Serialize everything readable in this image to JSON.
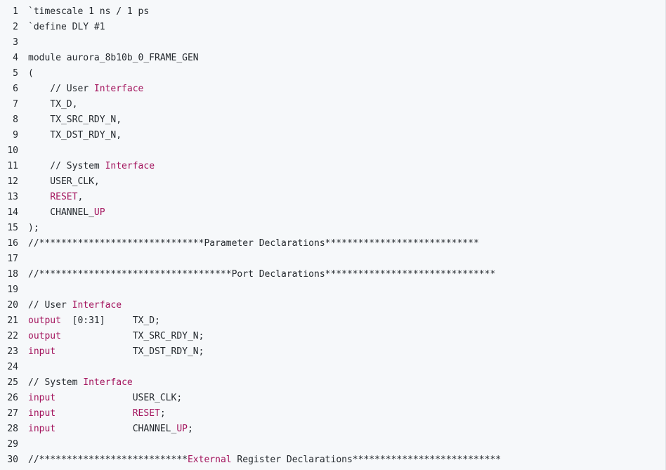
{
  "colors": {
    "background": "#f6f8fa",
    "text": "#24292e",
    "keyword": "#a3145d"
  },
  "lines": [
    {
      "n": "1",
      "parts": [
        {
          "t": "`timescale 1 ns / 1 ps"
        }
      ]
    },
    {
      "n": "2",
      "parts": [
        {
          "t": "`define DLY #1"
        }
      ]
    },
    {
      "n": "3",
      "parts": [
        {
          "t": ""
        }
      ]
    },
    {
      "n": "4",
      "parts": [
        {
          "t": "module aurora_8b10b_0_FRAME_GEN"
        }
      ]
    },
    {
      "n": "5",
      "parts": [
        {
          "t": "("
        }
      ]
    },
    {
      "n": "6",
      "parts": [
        {
          "t": "    // User "
        },
        {
          "t": "Interface",
          "k": 1
        }
      ]
    },
    {
      "n": "7",
      "parts": [
        {
          "t": "    TX_D,"
        }
      ]
    },
    {
      "n": "8",
      "parts": [
        {
          "t": "    TX_SRC_RDY_N,"
        }
      ]
    },
    {
      "n": "9",
      "parts": [
        {
          "t": "    TX_DST_RDY_N,"
        }
      ]
    },
    {
      "n": "10",
      "parts": [
        {
          "t": ""
        }
      ]
    },
    {
      "n": "11",
      "parts": [
        {
          "t": "    // System "
        },
        {
          "t": "Interface",
          "k": 1
        }
      ]
    },
    {
      "n": "12",
      "parts": [
        {
          "t": "    USER_CLK,"
        }
      ]
    },
    {
      "n": "13",
      "parts": [
        {
          "t": "    "
        },
        {
          "t": "RESET",
          "k": 1
        },
        {
          "t": ","
        }
      ]
    },
    {
      "n": "14",
      "parts": [
        {
          "t": "    CHANNEL_"
        },
        {
          "t": "UP",
          "k": 1
        }
      ]
    },
    {
      "n": "15",
      "parts": [
        {
          "t": ");"
        }
      ]
    },
    {
      "n": "16",
      "parts": [
        {
          "t": "//******************************Parameter Declarations****************************"
        }
      ]
    },
    {
      "n": "17",
      "parts": [
        {
          "t": ""
        }
      ]
    },
    {
      "n": "18",
      "parts": [
        {
          "t": "//***********************************Port Declarations*******************************"
        }
      ]
    },
    {
      "n": "19",
      "parts": [
        {
          "t": ""
        }
      ]
    },
    {
      "n": "20",
      "parts": [
        {
          "t": "// User "
        },
        {
          "t": "Interface",
          "k": 1
        }
      ]
    },
    {
      "n": "21",
      "parts": [
        {
          "t": "output",
          "k": 1
        },
        {
          "t": "  [0:31]     TX_D;"
        }
      ]
    },
    {
      "n": "22",
      "parts": [
        {
          "t": "output",
          "k": 1
        },
        {
          "t": "             TX_SRC_RDY_N;"
        }
      ]
    },
    {
      "n": "23",
      "parts": [
        {
          "t": "input",
          "k": 1
        },
        {
          "t": "              TX_DST_RDY_N;"
        }
      ]
    },
    {
      "n": "24",
      "parts": [
        {
          "t": ""
        }
      ]
    },
    {
      "n": "25",
      "parts": [
        {
          "t": "// System "
        },
        {
          "t": "Interface",
          "k": 1
        }
      ]
    },
    {
      "n": "26",
      "parts": [
        {
          "t": "input",
          "k": 1
        },
        {
          "t": "              USER_CLK;"
        }
      ]
    },
    {
      "n": "27",
      "parts": [
        {
          "t": "input",
          "k": 1
        },
        {
          "t": "              "
        },
        {
          "t": "RESET",
          "k": 1
        },
        {
          "t": ";"
        }
      ]
    },
    {
      "n": "28",
      "parts": [
        {
          "t": "input",
          "k": 1
        },
        {
          "t": "              CHANNEL_"
        },
        {
          "t": "UP",
          "k": 1
        },
        {
          "t": ";"
        }
      ]
    },
    {
      "n": "29",
      "parts": [
        {
          "t": ""
        }
      ]
    },
    {
      "n": "30",
      "parts": [
        {
          "t": "//***************************"
        },
        {
          "t": "External",
          "k": 1
        },
        {
          "t": " Register Declarations***************************"
        }
      ]
    }
  ]
}
